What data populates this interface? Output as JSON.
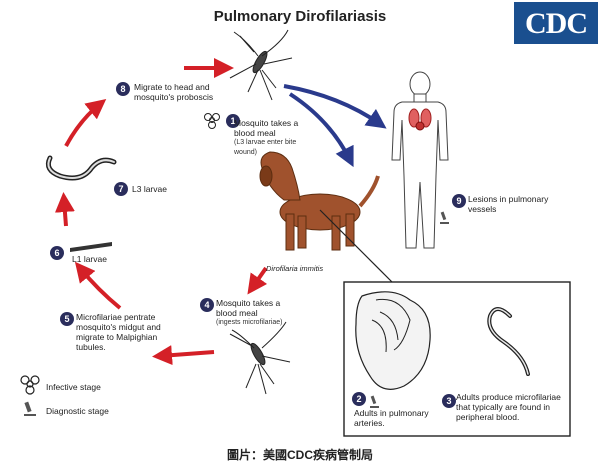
{
  "title": "Pulmonary Dirofilariasis",
  "logo_text": "CDC",
  "species_label": "Dirofilaria immitis",
  "stages": [
    {
      "num": "1",
      "text": "Mosquito takes a blood meal",
      "sub": "(L3 larvae enter bite wound)"
    },
    {
      "num": "2",
      "text": "Adults in pulmonary arteries."
    },
    {
      "num": "3",
      "text": "Adults produce microfilariae that typically are found in peripheral blood."
    },
    {
      "num": "4",
      "text": "Mosquito takes a blood meal",
      "sub": "(ingests microfilariae)"
    },
    {
      "num": "5",
      "text": "Microfilariae pentrate mosquito's midgut and migrate to Malpighian tubules."
    },
    {
      "num": "6",
      "text": "L1 larvae"
    },
    {
      "num": "7",
      "text": "L3 larvae"
    },
    {
      "num": "8",
      "text": "Migrate to head and mosquito's proboscis"
    },
    {
      "num": "9",
      "text": "Lesions in pulmonary vessels"
    }
  ],
  "legend": {
    "infective": "Infective stage",
    "diagnostic": "Diagnostic stage"
  },
  "caption": "圖片：美國CDC疾病管制局",
  "colors": {
    "cycle_arrow": "#d42027",
    "infection_arrow": "#2a3a8c",
    "dog": "#a0522d",
    "badge": "#2a2d5c"
  }
}
